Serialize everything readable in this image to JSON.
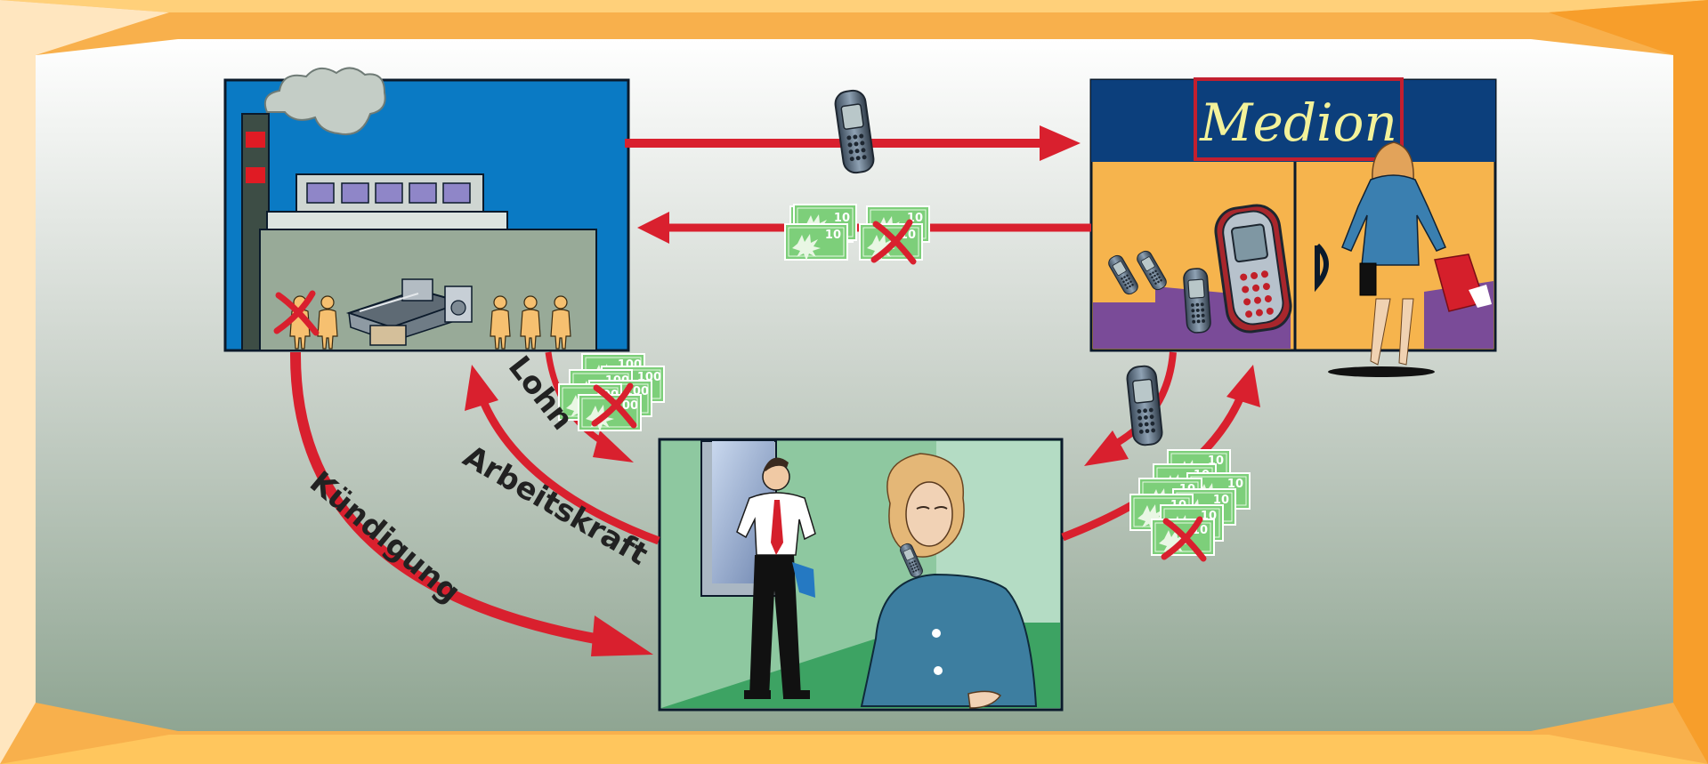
{
  "shop": {
    "sign": "Medion"
  },
  "banknote_values": {
    "small": "10",
    "large": "100"
  },
  "labels": {
    "wage": "Lohn",
    "labour": "Arbeitskraft",
    "dismissal": "Kündigung"
  },
  "colors": {
    "frame_orange": "#f7a73a",
    "frame_light": "#ffe3b0",
    "arrow_red": "#d9202e",
    "factory_blue": "#0a7ac4",
    "shop_navy": "#0c3f7c",
    "shop_orange": "#f6b44d",
    "shop_purple": "#7a4b98",
    "home_green": "#8ec8a0",
    "money_green": "#6cc46c"
  },
  "icons": [
    "mobile-phone-icon",
    "banknote-icon",
    "cross-mark-icon",
    "worker-icon",
    "machine-icon",
    "smoke-icon",
    "shopper-icon",
    "man-on-phone-icon",
    "woman-on-phone-icon"
  ]
}
